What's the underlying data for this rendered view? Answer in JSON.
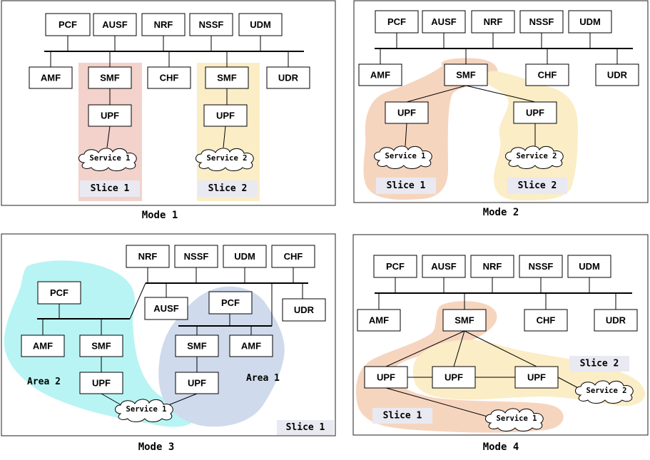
{
  "labels": {
    "pcf": "PCF",
    "ausf": "AUSF",
    "nrf": "NRF",
    "nssf": "NSSF",
    "udm": "UDM",
    "amf": "AMF",
    "smf": "SMF",
    "chf": "CHF",
    "udr": "UDR",
    "upf": "UPF"
  },
  "modes": [
    "Mode 1",
    "Mode 2",
    "Mode 3",
    "Mode 4"
  ],
  "slices": {
    "slice1": "Slice 1",
    "slice2": "Slice 2"
  },
  "services": {
    "service1": "Service 1",
    "service2": "Service 2"
  },
  "areas": {
    "area1": "Area 1",
    "area2": "Area 2"
  },
  "colors": {
    "slice1_fill": "#f3d2cb",
    "slice1_orange": "#f6d5bf",
    "slice2_fill": "#fbedc6",
    "area_cyan": "#b8f4f4",
    "area_blue": "#cfdbec",
    "tag_bg": "#e9e9f2"
  }
}
